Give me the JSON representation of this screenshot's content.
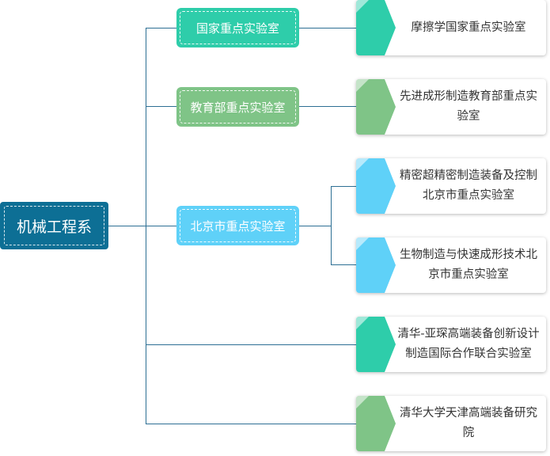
{
  "root": {
    "label": "机械工程系",
    "color": "#0d6f95"
  },
  "categories": [
    {
      "label": "国家重点实验室",
      "color": "#2ecdaa"
    },
    {
      "label": "教育部重点实验室",
      "color": "#7fc487"
    },
    {
      "label": "北京市重点实验室",
      "color": "#5fd1f8"
    }
  ],
  "labs": [
    {
      "label": "摩擦学国家重点实验室",
      "color": "#2ecdaa"
    },
    {
      "label": "先进成形制造教育部重点实验室",
      "color": "#7fc487"
    },
    {
      "label": "精密超精密制造装备及控制北京市重点实验室",
      "color": "#5fd1f8"
    },
    {
      "label": "生物制造与快速成形技术北京市重点实验室",
      "color": "#5fd1f8"
    },
    {
      "label": "清华-亚琛高端装备创新设计制造国际合作联合实验室",
      "color": "#2ecdaa"
    },
    {
      "label": "清华大学天津高端装备研究院",
      "color": "#7fc487"
    }
  ]
}
